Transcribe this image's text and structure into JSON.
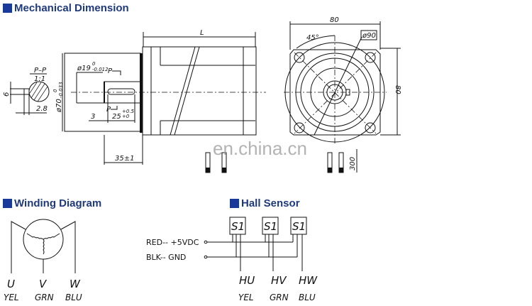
{
  "sections": {
    "mechanical": "Mechanical Dimension",
    "winding": "Winding Diagram",
    "hall": "Hall Sensor"
  },
  "mechanical": {
    "section_label": "P–P",
    "section_scale": "1:1",
    "key_width": "6",
    "key_depth": "2.8",
    "shaft_dia": "ø19",
    "shaft_tol_upper": "0",
    "shaft_tol_lower": "-0.012",
    "pilot_dia": "ø70",
    "pilot_tol_upper": "0",
    "pilot_tol_lower": "-0.033",
    "section_mark": "P",
    "key_offset": "3",
    "key_length": "25",
    "key_tol_upper": "+0.5",
    "key_tol_lower": "+0",
    "shaft_length": "35±1",
    "body_length": "L",
    "flange_width": "80",
    "flange_height": "80",
    "angle": "45°",
    "bolt_circle": "ø90",
    "lead_length": "300"
  },
  "watermark": "en.china.cn",
  "winding": {
    "phases": [
      {
        "name": "U",
        "color": "YEL"
      },
      {
        "name": "V",
        "color": "GRN"
      },
      {
        "name": "W",
        "color": "BLU"
      }
    ]
  },
  "hall": {
    "sensor_label": "S1",
    "power": "RED-- +5VDC",
    "ground": "BLK-- GND",
    "outputs": [
      {
        "name": "HU",
        "color": "YEL"
      },
      {
        "name": "HV",
        "color": "GRN"
      },
      {
        "name": "HW",
        "color": "BLU"
      }
    ]
  }
}
